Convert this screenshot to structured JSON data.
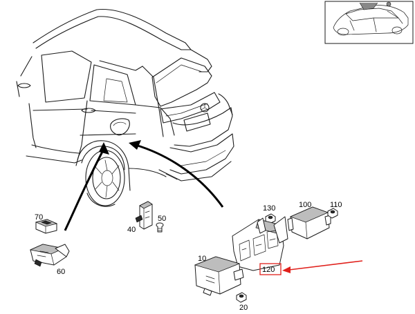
{
  "parts": [
    {
      "id": "p10",
      "label": "10"
    },
    {
      "id": "p20",
      "label": "20"
    },
    {
      "id": "p40",
      "label": "40"
    },
    {
      "id": "p50",
      "label": "50"
    },
    {
      "id": "p60",
      "label": "60"
    },
    {
      "id": "p70",
      "label": "70"
    },
    {
      "id": "p100",
      "label": "100"
    },
    {
      "id": "p110",
      "label": "110"
    },
    {
      "id": "p120",
      "label": "120"
    },
    {
      "id": "p130",
      "label": "130"
    }
  ],
  "highlight": {
    "part": "120",
    "color": "#e0201b"
  }
}
